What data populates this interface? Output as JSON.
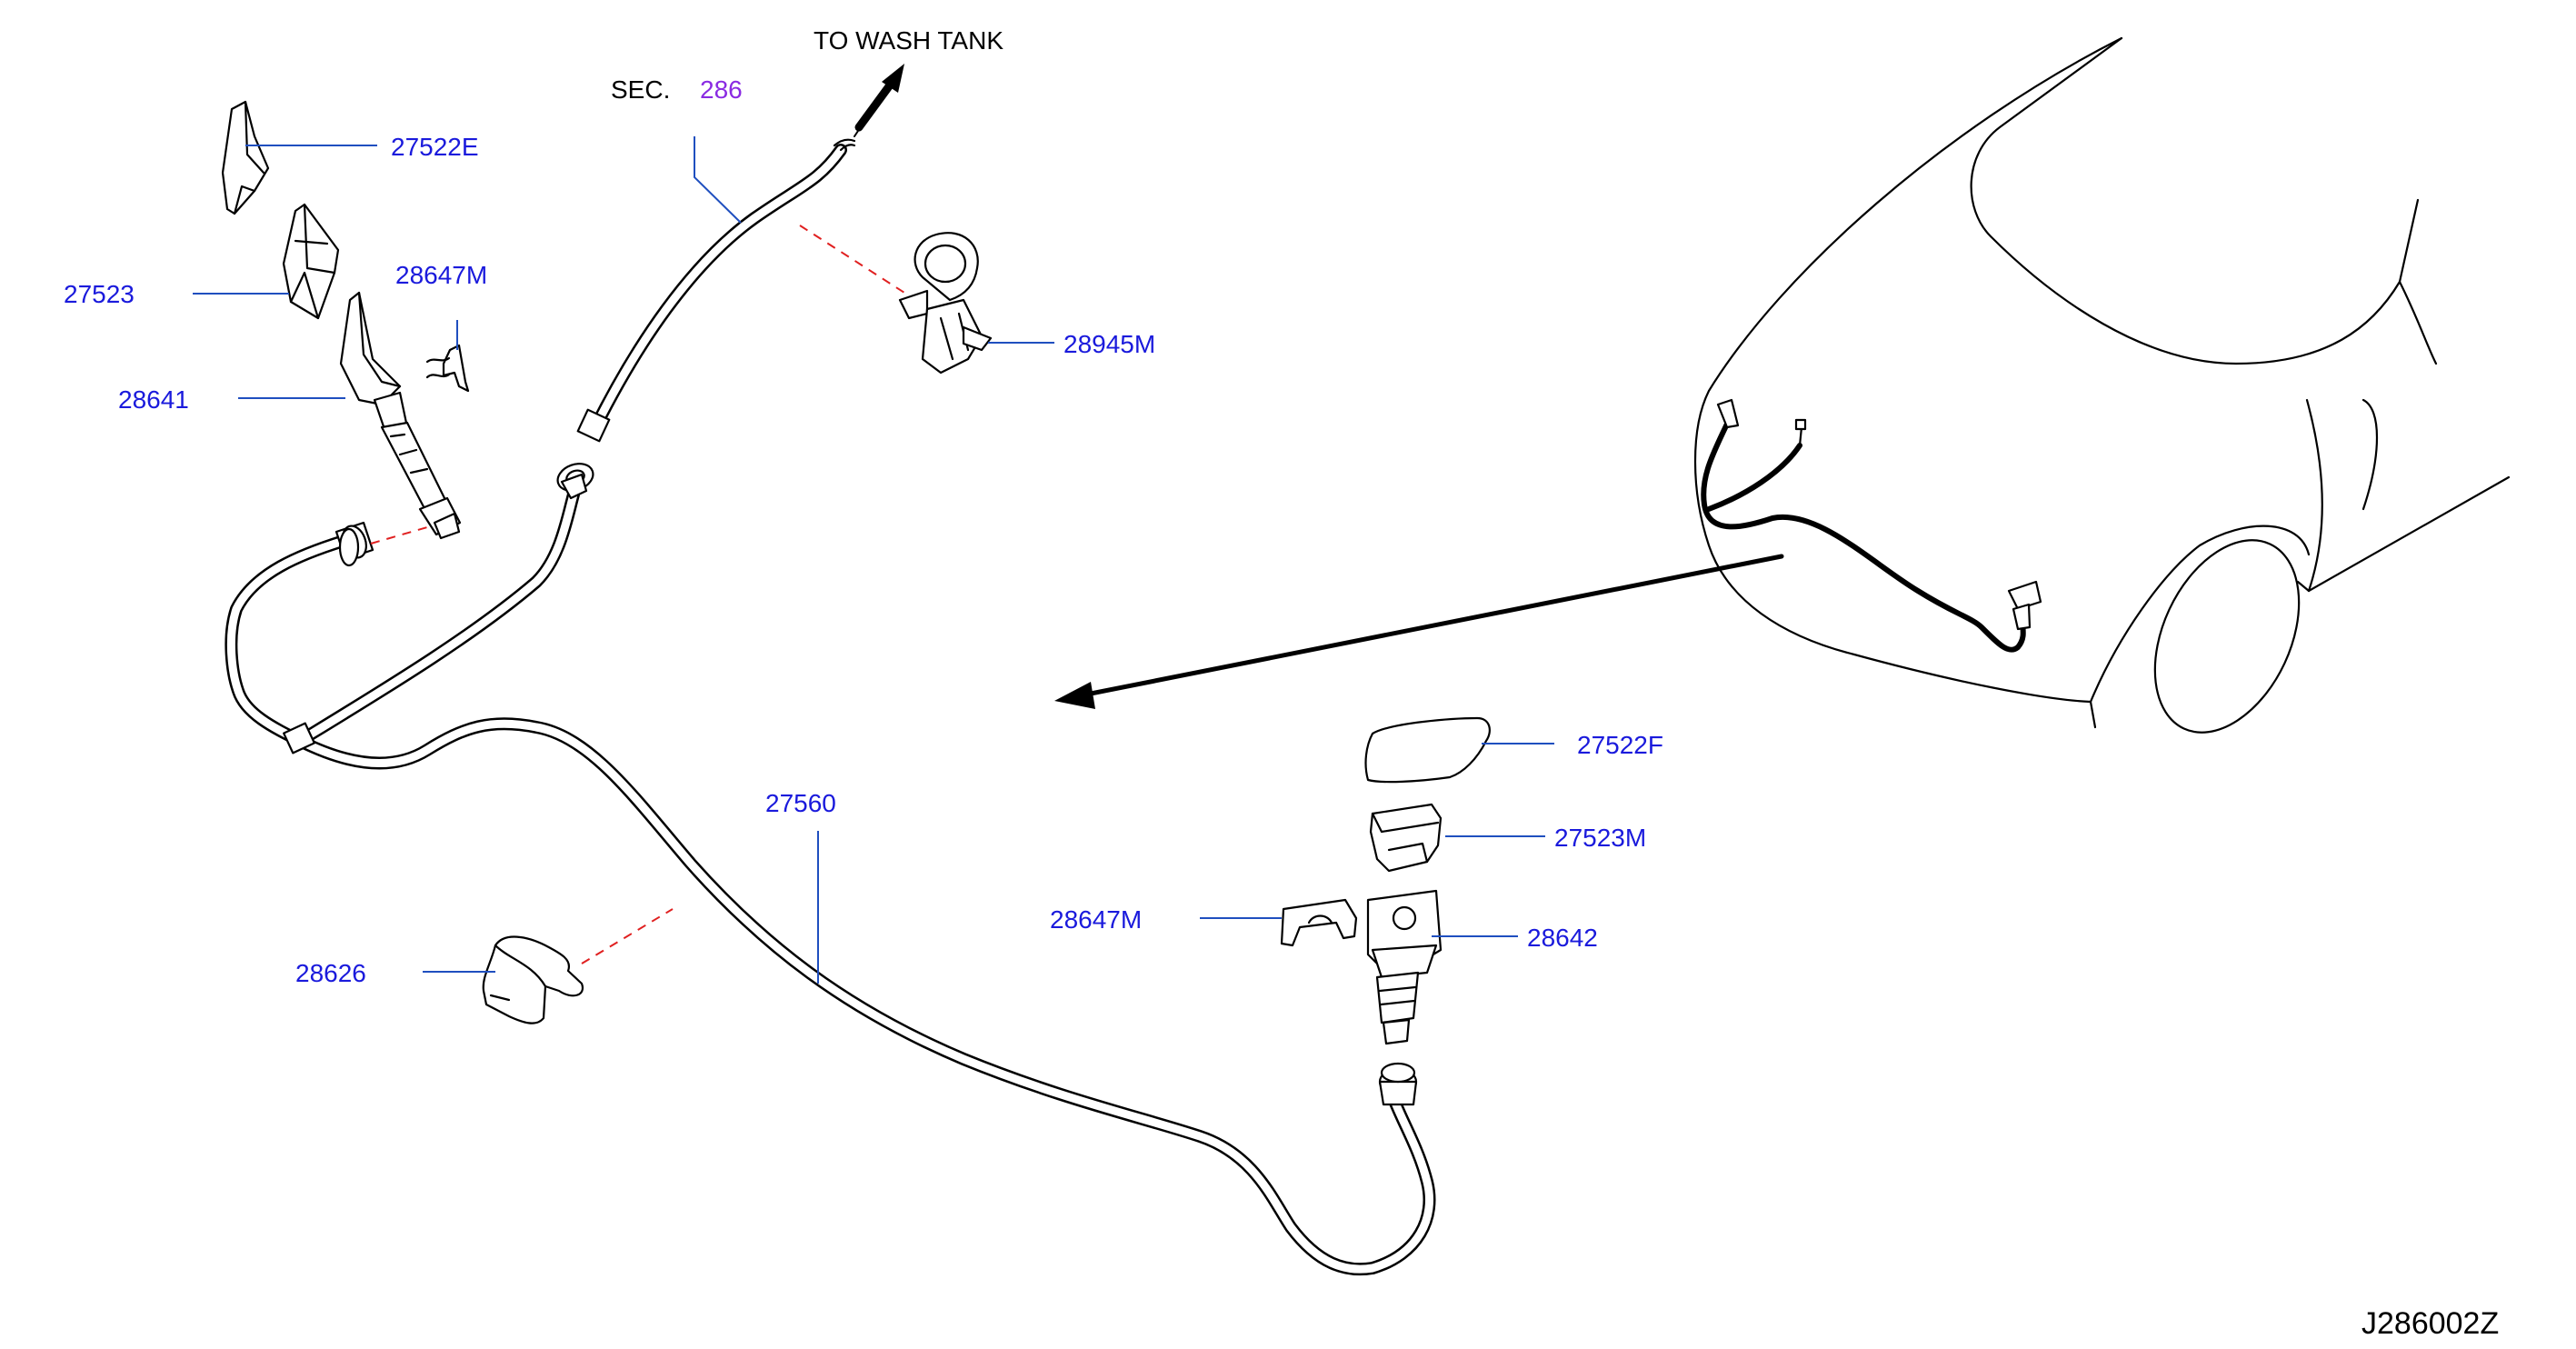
{
  "header": {
    "to_wash_tank": "TO  WASH  TANK",
    "sec_prefix": "SEC.",
    "sec_number": "286"
  },
  "parts": {
    "p27522E": "27522E",
    "p27523": "27523",
    "p28647M_top": "28647M",
    "p28641": "28641",
    "p28945M": "28945M",
    "p27560": "27560",
    "p28626": "28626",
    "p27522F": "27522F",
    "p27523M": "27523M",
    "p28647M_bottom": "28647M",
    "p28642": "28642"
  },
  "figure_code": "J286002Z",
  "colors": {
    "part_label": "#1a1adc",
    "section_ref": "#8a2be2",
    "leader": "#1f4fbf",
    "dash": "#e02020",
    "line": "#000000"
  }
}
